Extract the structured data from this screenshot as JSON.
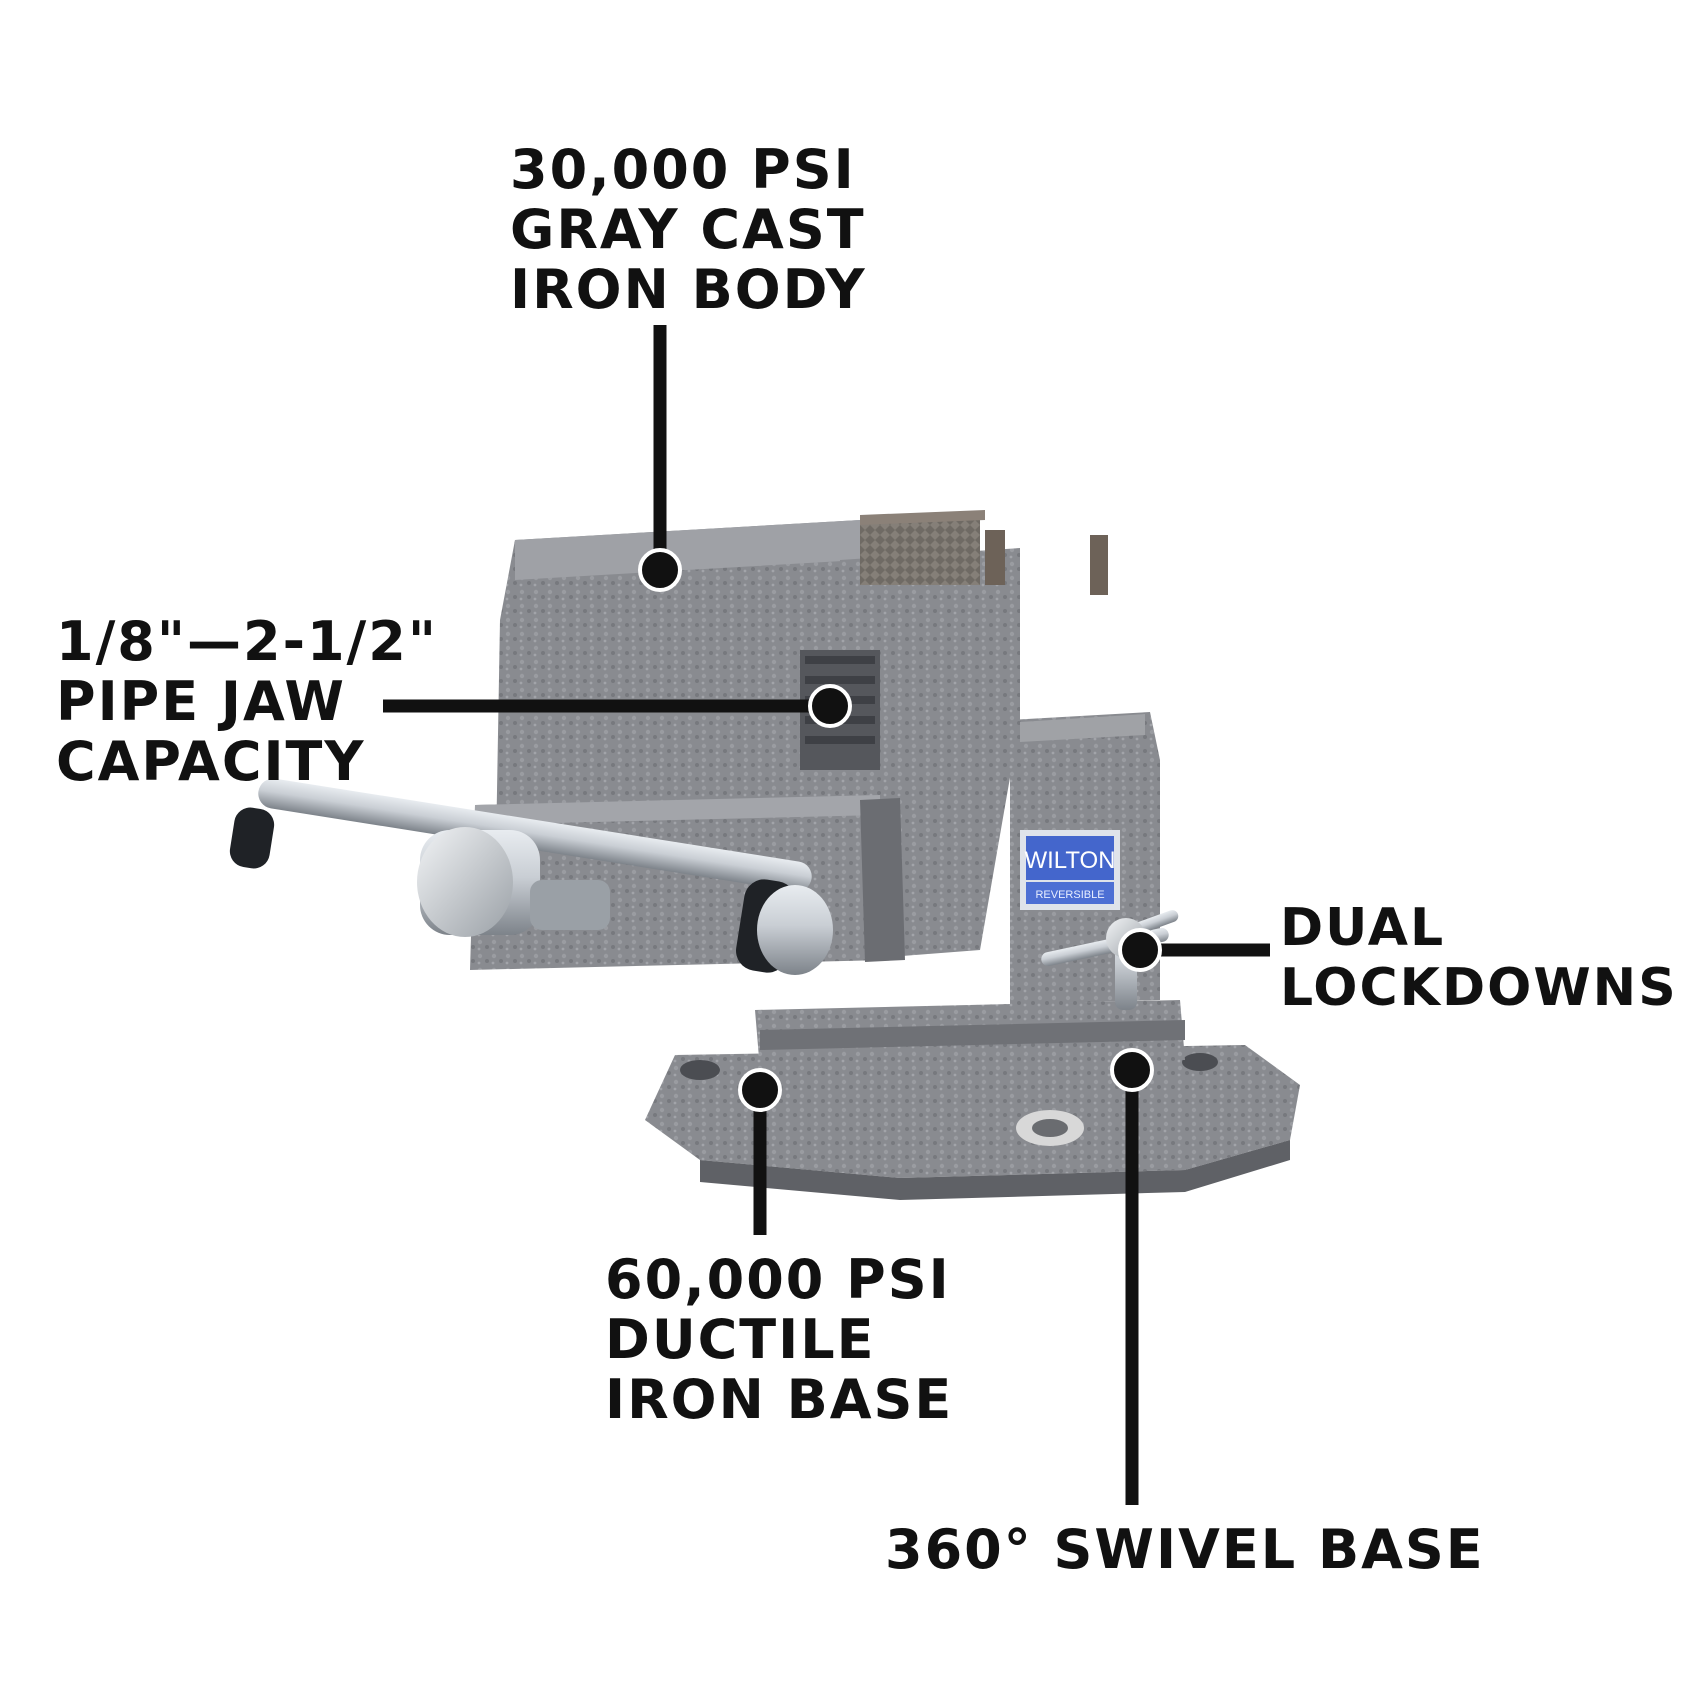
{
  "colors": {
    "background": "#ffffff",
    "text": "#111111",
    "leader": "#111111",
    "vise_body": "#8a8c90",
    "vise_shadow": "#5f6166",
    "vise_highlight": "#b4b6ba",
    "jaw_steel": "#6d6258",
    "handle_chrome": "#c9ced4",
    "logo_blue": "#4466cc"
  },
  "callouts": {
    "body": {
      "lines": [
        "30,000 PSI",
        "GRAY CAST",
        "IRON BODY"
      ]
    },
    "pipe_jaw": {
      "lines": [
        "1/8\"—2-1/2\"",
        "PIPE JAW",
        "CAPACITY"
      ]
    },
    "lockdowns": {
      "lines": [
        "DUAL",
        "LOCKDOWNS"
      ]
    },
    "base": {
      "lines": [
        "60,000 PSI",
        "DUCTILE",
        "IRON BASE"
      ]
    },
    "swivel": {
      "text": "360° SWIVEL BASE"
    }
  },
  "product": {
    "logo": {
      "brand": "WILTON",
      "model": "REVERSIBLE"
    }
  },
  "icons": {
    "product_image": "bench-vise-illustration",
    "leader_marker": "dot-marker-icon"
  }
}
